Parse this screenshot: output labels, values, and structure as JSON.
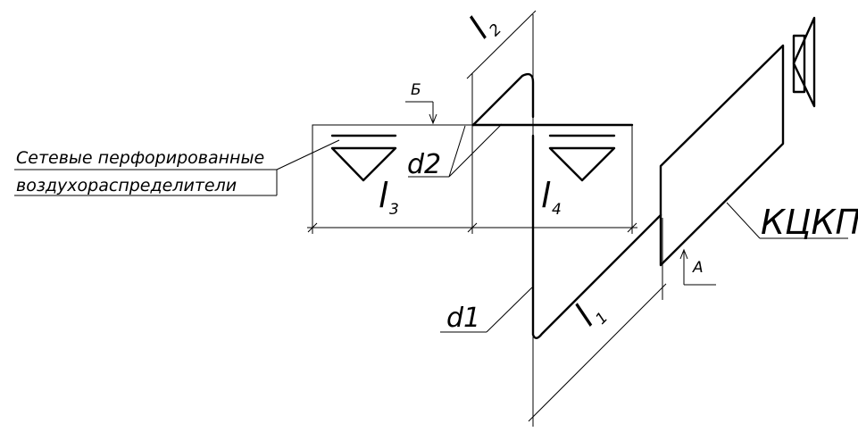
{
  "note_lines": [
    "Сетевые перфорированные",
    "воздухораспределители"
  ],
  "labels": {
    "b_marker": "Б",
    "a_marker": "А",
    "kckp": "КЦКП",
    "d1": "d1",
    "d2": "d2"
  },
  "dimensions": {
    "l1": "l",
    "l1_sub": "1",
    "l2": "l",
    "l2_sub": "2",
    "l3": "l",
    "l3_sub": "3",
    "l4": "l",
    "l4_sub": "4"
  }
}
